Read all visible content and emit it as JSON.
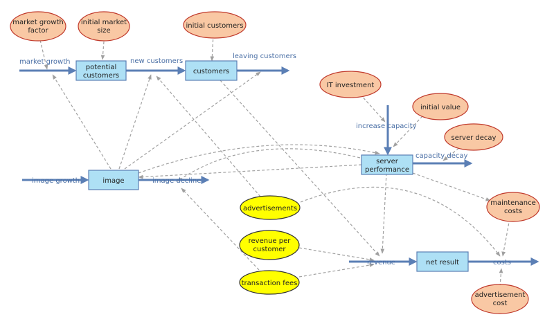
{
  "stocks": {
    "potential_customers": [
      "potential",
      "customers"
    ],
    "customers": [
      "customers"
    ],
    "image": [
      "image"
    ],
    "server_performance": [
      "server",
      "performance"
    ],
    "net_result": [
      "net result"
    ]
  },
  "parameters": {
    "market_growth_factor": [
      "market growth",
      "factor"
    ],
    "initial_market_size": [
      "initial market",
      "size"
    ],
    "initial_customers": [
      "initial customers"
    ],
    "it_investment": [
      "IT investment"
    ],
    "initial_value": [
      "initial value"
    ],
    "server_decay": [
      "server decay"
    ],
    "maintenance_costs": [
      "maintenance",
      "costs"
    ],
    "advertisement_cost": [
      "advertisement",
      "cost"
    ]
  },
  "inputs": {
    "advertisements": [
      "advertisements"
    ],
    "revenue_per_customer": [
      "revenue per",
      "customer"
    ],
    "transaction_fees": [
      "transaction fees"
    ]
  },
  "flows": {
    "market_growth": "market growth",
    "new_customers": "new customers",
    "leaving_customers": "leaving customers",
    "increase_capacity": "increase capacity",
    "capacity_decay": "capacity decay",
    "image_growth": "image growth",
    "image_decline": "image decline",
    "revenue": "revenue",
    "costs": "costs"
  },
  "colors": {
    "stock_fill": "#aee0f5",
    "parameter_fill": "#f9c8a4",
    "input_fill": "#ffff00",
    "flow_color": "#5b7fb5",
    "link_color": "#a0a0a0"
  }
}
